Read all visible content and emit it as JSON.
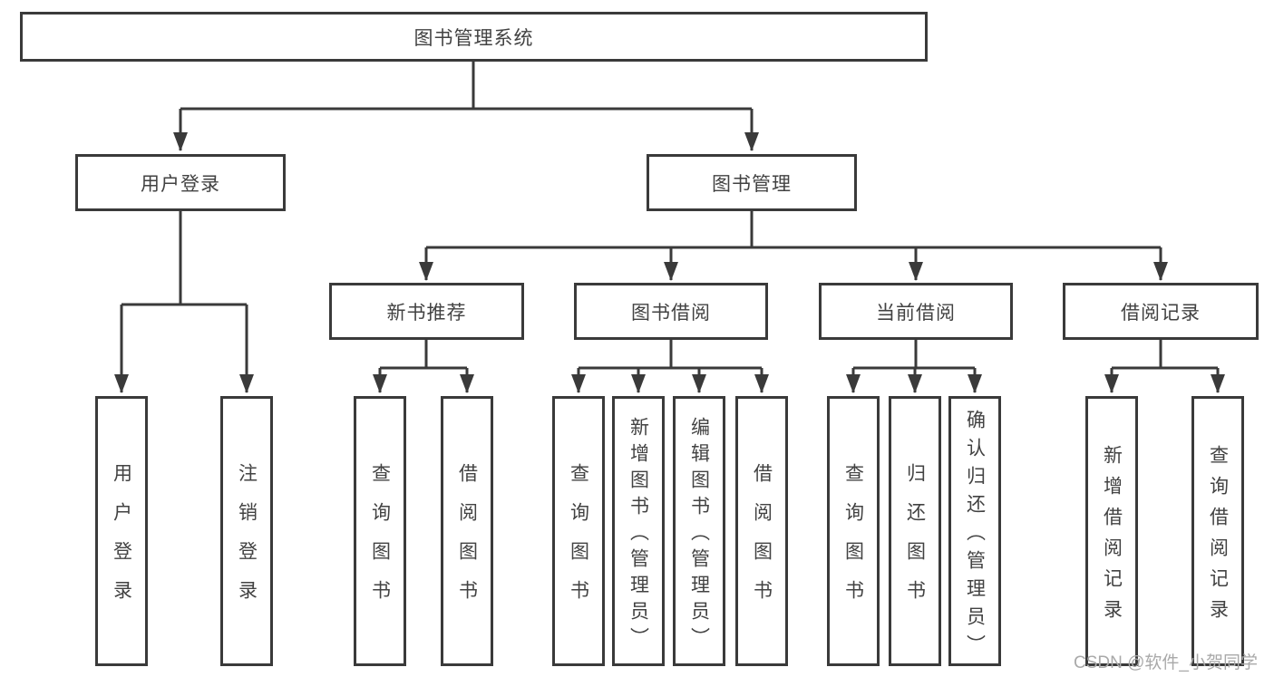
{
  "colors": {
    "line": "#3a3a3a",
    "text": "#424242",
    "watermark": "#a9a9a9",
    "background": "#ffffff"
  },
  "nodes": {
    "root": "图书管理系统",
    "level1": [
      "用户登录",
      "图书管理"
    ],
    "level2": [
      "新书推荐",
      "图书借阅",
      "当前借阅",
      "借阅记录"
    ],
    "leaves_login": [
      "用户登录",
      "注销登录"
    ],
    "leaves_new_books": [
      "查询图书",
      "借阅图书"
    ],
    "leaves_book_borrow": [
      "查询图书",
      "新增图书（管理员）",
      "编辑图书（管理员）",
      "借阅图书"
    ],
    "leaves_current_borrow": [
      "查询图书",
      "归还图书",
      "确认归还（管理员）"
    ],
    "leaves_borrow_records": [
      "新增借阅记录",
      "查询借阅记录"
    ]
  },
  "watermark": "CSDN @软件_小贺同学"
}
